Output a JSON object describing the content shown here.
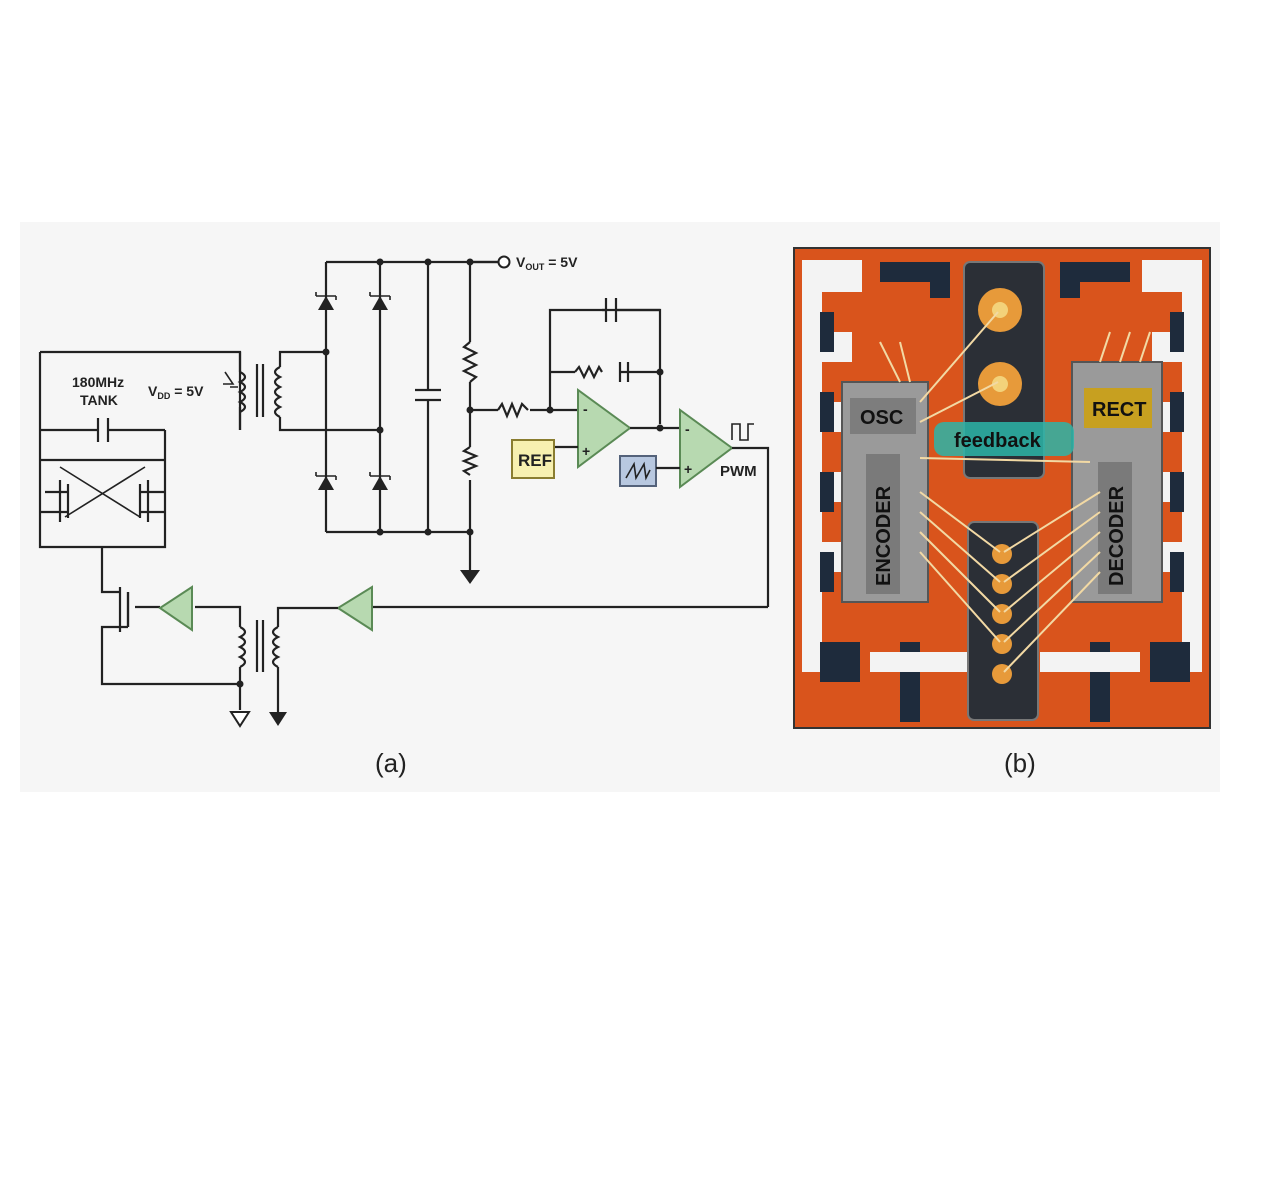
{
  "schematic": {
    "tank_line1": "180MHz",
    "tank_line2": "TANK",
    "vdd_main": "V",
    "vdd_sub": "DD",
    "vdd_value": " = 5V",
    "vout_main": "V",
    "vout_sub": "OUT",
    "vout_value": " = 5V",
    "ref_label": "REF",
    "pwm_label": "PWM",
    "minus_sign": "-",
    "plus_sign": "+",
    "caption": "(a)"
  },
  "photo": {
    "osc_label": "OSC",
    "feedback_label": "feedback",
    "rect_label": "RECT",
    "encoder_label": "ENCODER",
    "decoder_label": "DECODER",
    "caption": "(b)"
  },
  "colors": {
    "copper": "#d9541c",
    "substrate": "#f3f3f3",
    "chip_gray": "#9a9a9a",
    "amp_green": "#b7d9b0",
    "ref_yellow": "#f7f0b0",
    "ramp_blue": "#b8c8e0",
    "rect_gold": "#c7a020",
    "feedback_teal": "#2bb5a8"
  }
}
